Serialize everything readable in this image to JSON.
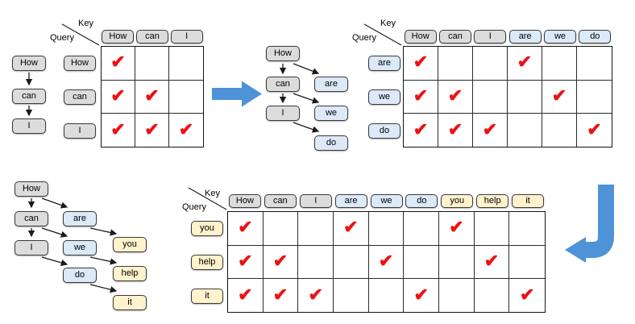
{
  "colors": {
    "gray_fill": "#DCDCDC",
    "blue_fill": "#DBE9F8",
    "yellow_fill": "#FFF2CC",
    "chip_border": "#3A3A3A",
    "grid_border": "#141414",
    "grid_line": "#2B2B2B",
    "check_red": "#EE1111",
    "flow_arrow_blue": "#4E92D8",
    "connector_black": "#1A1A1A"
  },
  "labels": {
    "key": "Key",
    "query": "Query",
    "check_glyph": "✔"
  },
  "steps": [
    {
      "chain": {
        "tokens": [
          {
            "label": "How",
            "color": "gray"
          },
          {
            "label": "can",
            "color": "gray"
          },
          {
            "label": "I",
            "color": "gray"
          }
        ]
      },
      "matrix": {
        "columns": [
          {
            "label": "How",
            "color": "gray"
          },
          {
            "label": "can",
            "color": "gray"
          },
          {
            "label": "I",
            "color": "gray"
          }
        ],
        "rows": [
          {
            "label": "How",
            "color": "gray",
            "checks": [
              1,
              0,
              0
            ]
          },
          {
            "label": "can",
            "color": "gray",
            "checks": [
              1,
              1,
              0
            ]
          },
          {
            "label": "I",
            "color": "gray",
            "checks": [
              1,
              1,
              1
            ]
          }
        ]
      }
    },
    {
      "chain": {
        "tokens": [
          {
            "label": "How",
            "color": "gray"
          },
          {
            "label": "can",
            "color": "gray"
          },
          {
            "label": "I",
            "color": "gray"
          },
          {
            "label": "are",
            "color": "blue"
          },
          {
            "label": "we",
            "color": "blue"
          },
          {
            "label": "do",
            "color": "blue"
          }
        ]
      },
      "matrix": {
        "columns": [
          {
            "label": "How",
            "color": "gray"
          },
          {
            "label": "can",
            "color": "gray"
          },
          {
            "label": "I",
            "color": "gray"
          },
          {
            "label": "are",
            "color": "blue"
          },
          {
            "label": "we",
            "color": "blue"
          },
          {
            "label": "do",
            "color": "blue"
          }
        ],
        "rows": [
          {
            "label": "are",
            "color": "blue",
            "checks": [
              1,
              0,
              0,
              1,
              0,
              0
            ]
          },
          {
            "label": "we",
            "color": "blue",
            "checks": [
              1,
              1,
              0,
              0,
              1,
              0
            ]
          },
          {
            "label": "do",
            "color": "blue",
            "checks": [
              1,
              1,
              1,
              0,
              0,
              1
            ]
          }
        ]
      }
    },
    {
      "chain": {
        "tokens": [
          {
            "label": "How",
            "color": "gray"
          },
          {
            "label": "can",
            "color": "gray"
          },
          {
            "label": "I",
            "color": "gray"
          },
          {
            "label": "are",
            "color": "blue"
          },
          {
            "label": "we",
            "color": "blue"
          },
          {
            "label": "do",
            "color": "blue"
          },
          {
            "label": "you",
            "color": "yellow"
          },
          {
            "label": "help",
            "color": "yellow"
          },
          {
            "label": "it",
            "color": "yellow"
          }
        ]
      },
      "matrix": {
        "columns": [
          {
            "label": "How",
            "color": "gray"
          },
          {
            "label": "can",
            "color": "gray"
          },
          {
            "label": "I",
            "color": "gray"
          },
          {
            "label": "are",
            "color": "blue"
          },
          {
            "label": "we",
            "color": "blue"
          },
          {
            "label": "do",
            "color": "blue"
          },
          {
            "label": "you",
            "color": "yellow"
          },
          {
            "label": "help",
            "color": "yellow"
          },
          {
            "label": "it",
            "color": "yellow"
          }
        ],
        "rows": [
          {
            "label": "you",
            "color": "yellow",
            "checks": [
              1,
              0,
              0,
              1,
              0,
              0,
              1,
              0,
              0
            ]
          },
          {
            "label": "help",
            "color": "yellow",
            "checks": [
              1,
              1,
              0,
              0,
              1,
              0,
              0,
              1,
              0
            ]
          },
          {
            "label": "it",
            "color": "yellow",
            "checks": [
              1,
              1,
              1,
              0,
              0,
              1,
              0,
              0,
              1
            ]
          }
        ]
      }
    }
  ]
}
